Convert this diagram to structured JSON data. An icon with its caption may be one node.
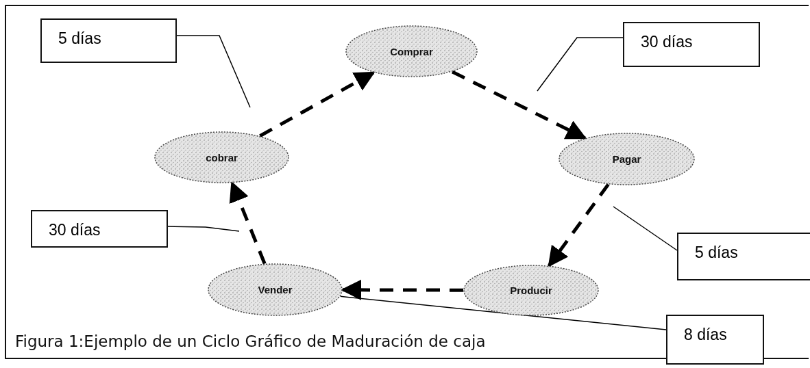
{
  "diagram": {
    "caption": "Figura 1:Ejemplo de un Ciclo Gráfico de Maduración de caja",
    "nodes": [
      {
        "text": [
          "Comprar"
        ]
      },
      {
        "text": [
          "Pagar"
        ]
      },
      {
        "text": [
          "Producir"
        ]
      },
      {
        "text": [
          "Vender"
        ]
      },
      {
        "text": [
          "cobrar"
        ]
      },
      {
        "text": [
          "5 días"
        ]
      },
      {
        "text": [
          "30 días"
        ]
      },
      {
        "text": [
          "5 días"
        ]
      },
      {
        "text": [
          "30 días"
        ]
      },
      {
        "text": [
          "8 días"
        ]
      }
    ],
    "edges": [
      {
        "from": 0,
        "to": 1,
        "arrow": "to",
        "style": "dashed"
      },
      {
        "from": 1,
        "to": 2,
        "arrow": "to",
        "style": "dashed"
      },
      {
        "from": 2,
        "to": 3,
        "arrow": "to",
        "style": "dashed"
      },
      {
        "from": 3,
        "to": 4,
        "arrow": "to",
        "style": "dashed"
      },
      {
        "from": 4,
        "to": 0,
        "arrow": "to",
        "style": "dashed"
      },
      {
        "from": 5,
        "to": null,
        "arrow": "none"
      },
      {
        "from": 6,
        "to": null,
        "arrow": "none"
      },
      {
        "from": 7,
        "to": null,
        "arrow": "none"
      },
      {
        "from": 8,
        "to": null,
        "arrow": "none"
      },
      {
        "from": 9,
        "to": 3,
        "arrow": "none"
      }
    ]
  }
}
